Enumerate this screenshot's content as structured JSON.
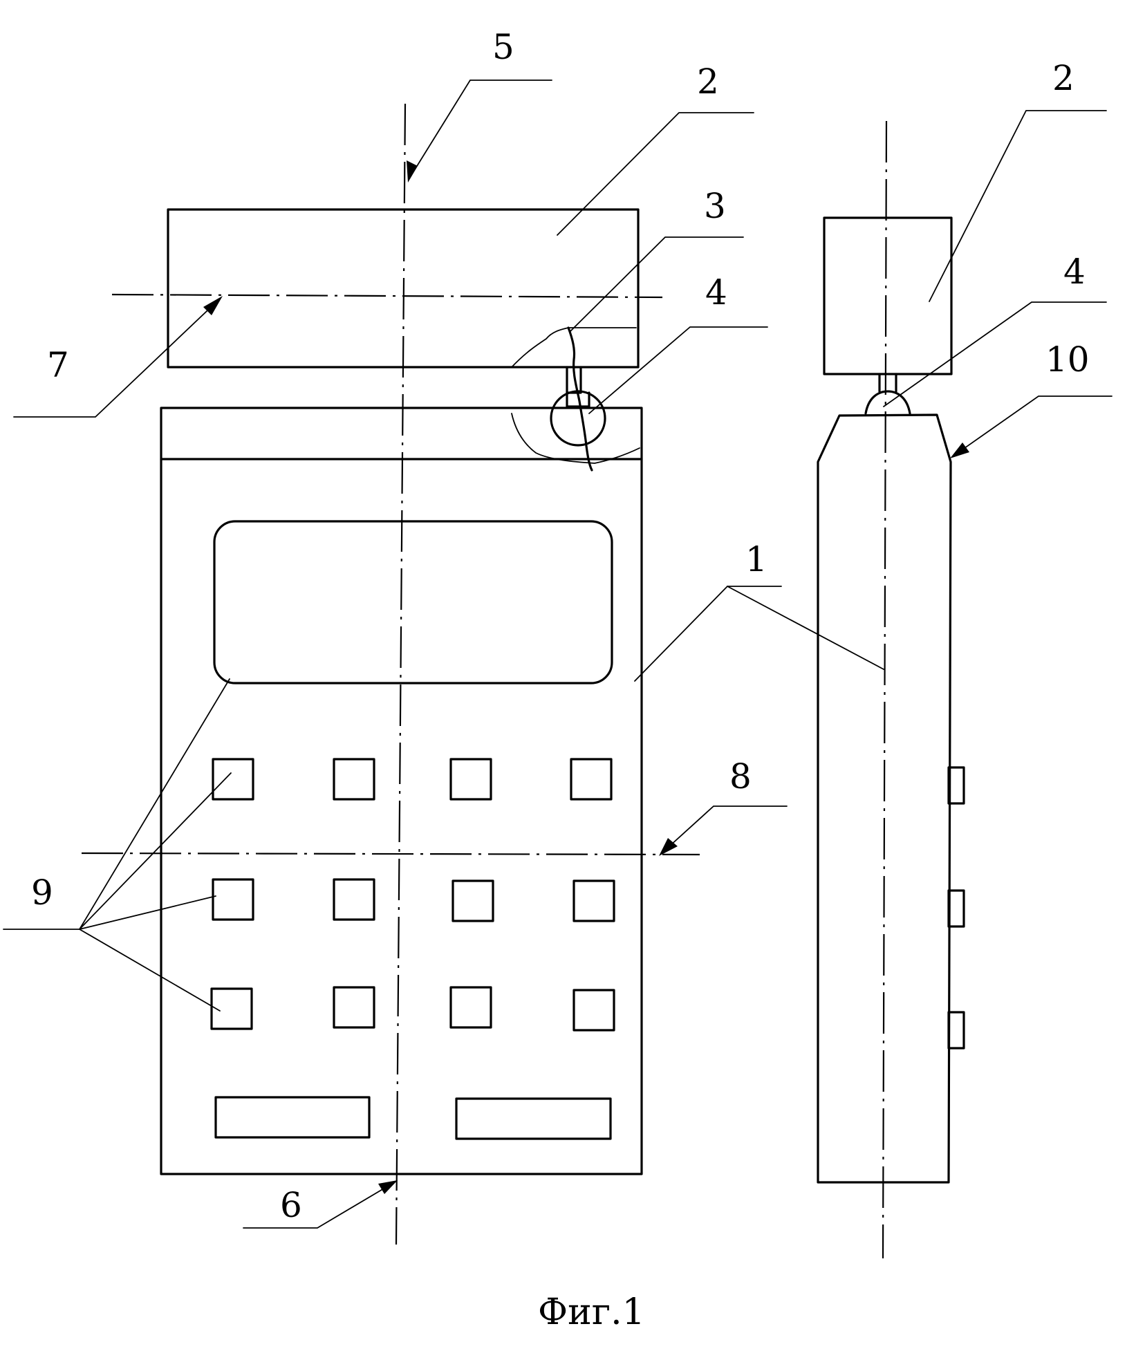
{
  "figure": {
    "caption": "Фиг.1",
    "labels": {
      "l1": "1",
      "l2_front": "2",
      "l2_side": "2",
      "l3": "3",
      "l4_front": "4",
      "l4_side": "4",
      "l5": "5",
      "l6": "6",
      "l7": "7",
      "l8": "8",
      "l9": "9",
      "l10": "10"
    }
  }
}
